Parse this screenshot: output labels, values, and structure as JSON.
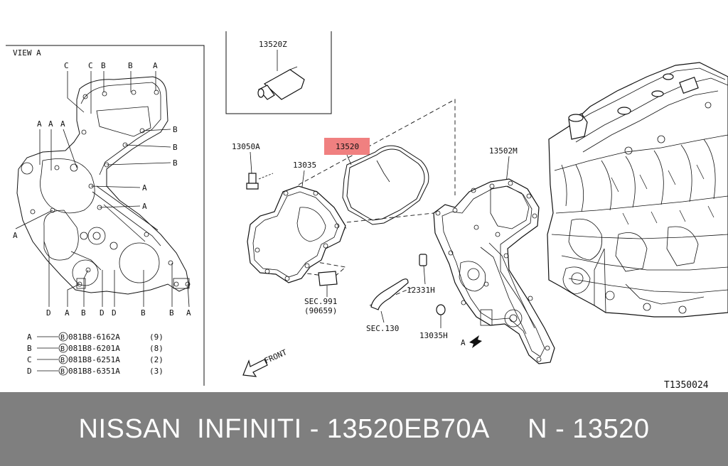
{
  "diagram": {
    "view_label": "VIEW A",
    "view_letters_top": [
      "C",
      "C",
      "B",
      "B",
      "A"
    ],
    "view_letters_left": [
      "A",
      "A",
      "A"
    ],
    "view_letters_right": [
      "B",
      "B",
      "B",
      "A",
      "A"
    ],
    "view_letter_side": "A",
    "view_letters_bottom": [
      "D",
      "A",
      "B",
      "D",
      "D",
      "B",
      "B",
      "A"
    ],
    "bolt_legend": [
      {
        "key": "A",
        "part": "081B8-6162A",
        "qty": "(9)"
      },
      {
        "key": "B",
        "part": "081B8-6201A",
        "qty": "(8)"
      },
      {
        "key": "C",
        "part": "081B8-6251A",
        "qty": "(2)"
      },
      {
        "key": "D",
        "part": "081B8-6351A",
        "qty": "(3)"
      }
    ],
    "bolt_symbol": "B",
    "labels": {
      "p13520z": "13520Z",
      "p13050a": "13050A",
      "p13035": "13035",
      "p13520": "13520",
      "p13502m": "13502M",
      "p12331h": "12331H",
      "sec991": "SEC.991",
      "sec991_sub": "(90659)",
      "sec130": "SEC.130",
      "p13035h": "13035H",
      "arrow_a": "A",
      "front": "FRONT",
      "drawing_code": "T1350024"
    },
    "highlight_color": "#f08080"
  },
  "footer": {
    "text": "NISSAN  INFINITI - 13520EB70A     N - 13520"
  }
}
